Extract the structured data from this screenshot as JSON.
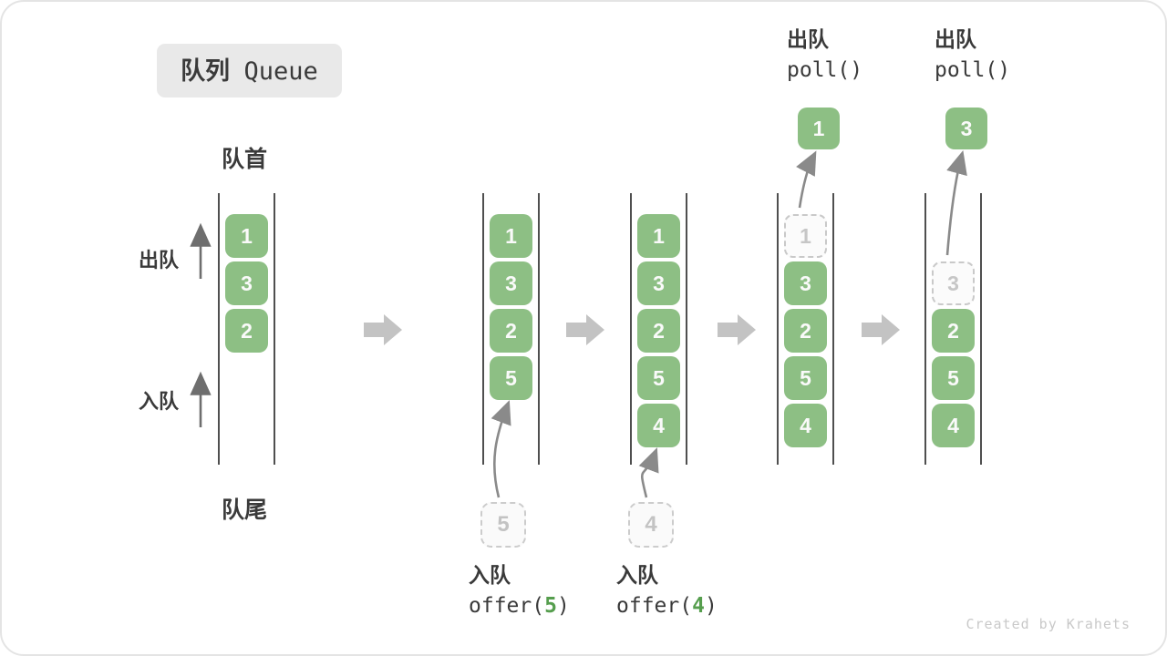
{
  "title": {
    "zh": "队列",
    "en": "Queue"
  },
  "side_labels": {
    "head": "队首",
    "tail": "队尾",
    "dequeue": "出队",
    "enqueue": "入队"
  },
  "credit": "Created by Krahets",
  "colors": {
    "box_green": "#8dbf84",
    "code_arg_green": "#569e4e",
    "block_arrow_gray": "#c3c3c3",
    "curve_arrow_gray": "#8a8a8a",
    "ghost_gray": "#c9c9c9",
    "text_dark": "#3a3a3a"
  },
  "stages": [
    {
      "slots": [
        {
          "row": 0,
          "value": "1",
          "style": "solid"
        },
        {
          "row": 1,
          "value": "3",
          "style": "solid"
        },
        {
          "row": 2,
          "value": "2",
          "style": "solid"
        }
      ]
    },
    {
      "slots": [
        {
          "row": 0,
          "value": "1",
          "style": "solid"
        },
        {
          "row": 1,
          "value": "3",
          "style": "solid"
        },
        {
          "row": 2,
          "value": "2",
          "style": "solid"
        },
        {
          "row": 3,
          "value": "5",
          "style": "solid"
        }
      ],
      "incoming": {
        "value": "5"
      },
      "op_bottom": {
        "action": "入队",
        "fn_prefix": "offer(",
        "arg": "5",
        "fn_suffix": ")"
      }
    },
    {
      "slots": [
        {
          "row": 0,
          "value": "1",
          "style": "solid"
        },
        {
          "row": 1,
          "value": "3",
          "style": "solid"
        },
        {
          "row": 2,
          "value": "2",
          "style": "solid"
        },
        {
          "row": 3,
          "value": "5",
          "style": "solid"
        },
        {
          "row": 4,
          "value": "4",
          "style": "solid"
        }
      ],
      "incoming": {
        "value": "4"
      },
      "op_bottom": {
        "action": "入队",
        "fn_prefix": "offer(",
        "arg": "4",
        "fn_suffix": ")"
      }
    },
    {
      "slots": [
        {
          "row": 0,
          "value": "1",
          "style": "ghost"
        },
        {
          "row": 1,
          "value": "3",
          "style": "solid"
        },
        {
          "row": 2,
          "value": "2",
          "style": "solid"
        },
        {
          "row": 3,
          "value": "5",
          "style": "solid"
        },
        {
          "row": 4,
          "value": "4",
          "style": "solid"
        }
      ],
      "outgoing": {
        "value": "1"
      },
      "op_top": {
        "action": "出队",
        "fn": "poll()"
      }
    },
    {
      "slots": [
        {
          "row": 1,
          "value": "3",
          "style": "ghost"
        },
        {
          "row": 2,
          "value": "2",
          "style": "solid"
        },
        {
          "row": 3,
          "value": "5",
          "style": "solid"
        },
        {
          "row": 4,
          "value": "4",
          "style": "solid"
        }
      ],
      "outgoing": {
        "value": "3"
      },
      "op_top": {
        "action": "出队",
        "fn": "poll()"
      }
    }
  ]
}
